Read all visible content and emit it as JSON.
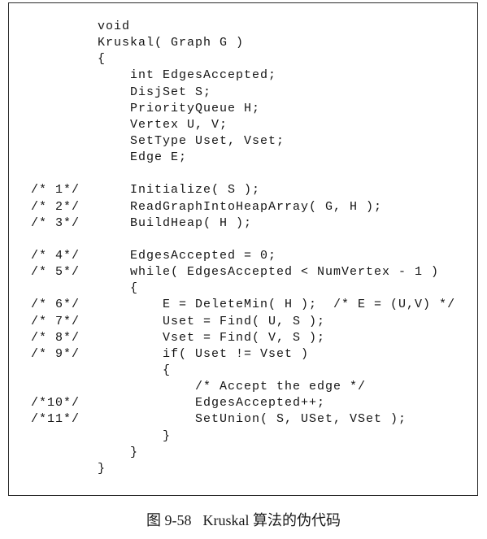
{
  "figure": {
    "lines": [
      {
        "label": "",
        "code": "void"
      },
      {
        "label": "",
        "code": "Kruskal( Graph G )"
      },
      {
        "label": "",
        "code": "{"
      },
      {
        "label": "",
        "code": "    int EdgesAccepted;"
      },
      {
        "label": "",
        "code": "    DisjSet S;"
      },
      {
        "label": "",
        "code": "    PriorityQueue H;"
      },
      {
        "label": "",
        "code": "    Vertex U, V;"
      },
      {
        "label": "",
        "code": "    SetType Uset, Vset;"
      },
      {
        "label": "",
        "code": "    Edge E;"
      },
      {
        "label": "",
        "code": ""
      },
      {
        "label": "/* 1*/",
        "code": "    Initialize( S );"
      },
      {
        "label": "/* 2*/",
        "code": "    ReadGraphIntoHeapArray( G, H );"
      },
      {
        "label": "/* 3*/",
        "code": "    BuildHeap( H );"
      },
      {
        "label": "",
        "code": ""
      },
      {
        "label": "/* 4*/",
        "code": "    EdgesAccepted = 0;"
      },
      {
        "label": "/* 5*/",
        "code": "    while( EdgesAccepted < NumVertex - 1 )"
      },
      {
        "label": "",
        "code": "    {"
      },
      {
        "label": "/* 6*/",
        "code": "        E = DeleteMin( H );  /* E = (U,V) */"
      },
      {
        "label": "/* 7*/",
        "code": "        Uset = Find( U, S );"
      },
      {
        "label": "/* 8*/",
        "code": "        Vset = Find( V, S );"
      },
      {
        "label": "/* 9*/",
        "code": "        if( Uset != Vset )"
      },
      {
        "label": "",
        "code": "        {"
      },
      {
        "label": "",
        "code": "            /* Accept the edge */"
      },
      {
        "label": "/*10*/",
        "code": "            EdgesAccepted++;"
      },
      {
        "label": "/*11*/",
        "code": "            SetUnion( S, USet, VSet );"
      },
      {
        "label": "",
        "code": "        }"
      },
      {
        "label": "",
        "code": "    }"
      },
      {
        "label": "",
        "code": "}"
      }
    ],
    "caption": {
      "number": "图 9-58",
      "title": "Kruskal 算法的伪代码"
    }
  }
}
